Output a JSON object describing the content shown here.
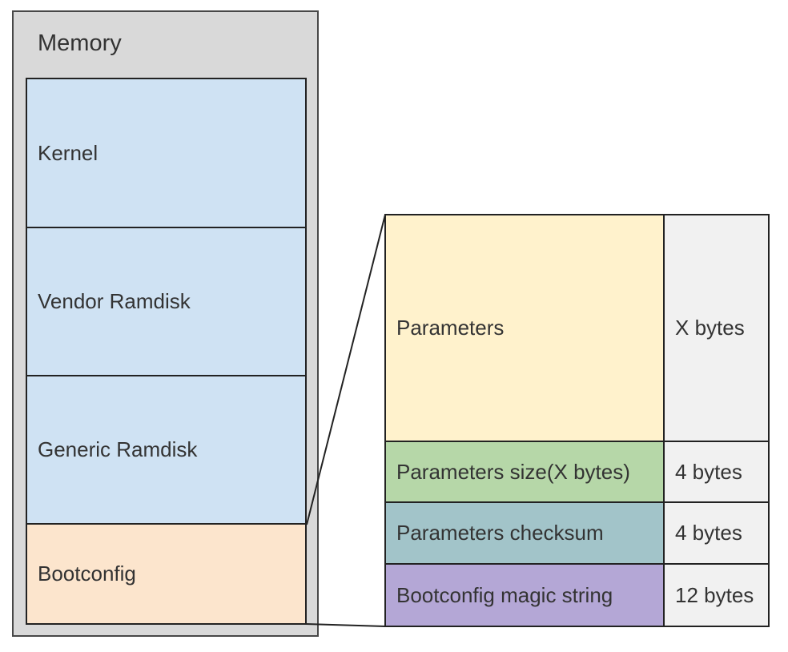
{
  "memory": {
    "title": "Memory",
    "fill": "#d9d9d9",
    "blocks": [
      {
        "label": "Kernel",
        "fill": "#cfe2f3"
      },
      {
        "label": "Vendor Ramdisk",
        "fill": "#cfe2f3"
      },
      {
        "label": "Generic Ramdisk",
        "fill": "#cfe2f3"
      },
      {
        "label": "Bootconfig",
        "fill": "#fce5cd"
      }
    ]
  },
  "detail": {
    "size_col_fill": "#f1f1f1",
    "rows": [
      {
        "label": "Parameters",
        "size": "X bytes",
        "fill": "#fff2cc"
      },
      {
        "label": "Parameters size(X bytes)",
        "size": "4 bytes",
        "fill": "#b6d7a8"
      },
      {
        "label": "Parameters checksum",
        "size": "4 bytes",
        "fill": "#a2c4c9"
      },
      {
        "label": "Bootconfig magic string",
        "size": "12 bytes",
        "fill": "#b4a7d6"
      }
    ]
  }
}
